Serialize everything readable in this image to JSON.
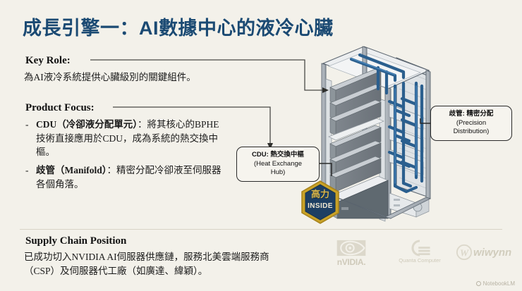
{
  "slide": {
    "title": "成長引擎一：AI數據中心的液冷心臟",
    "background_color": "#f3f1ea",
    "title_color": "#1b4a73"
  },
  "key_role": {
    "heading": "Key Role:",
    "text": "為AI液冷系統提供心臟級別的關鍵組件。"
  },
  "product_focus": {
    "heading": "Product Focus:",
    "bullets": [
      {
        "marker": "-",
        "bold": "CDU（冷卻液分配單元）",
        "rest": "：將其核心的BPHE技術直接應用於CDU，成為系統的熱交換中樞。"
      },
      {
        "marker": "-",
        "bold": "歧管（Manifold）",
        "rest": "：精密分配冷卻液至伺服器各個角落。"
      }
    ]
  },
  "callouts": [
    {
      "id": "cdu",
      "title": "CDU: 熱交換中樞",
      "line2": "(Heat Exchange",
      "line3": "Hub)"
    },
    {
      "id": "manifold",
      "title": "歧管: 精密分配",
      "line2": "(Precision",
      "line3": "Distribution)"
    }
  ],
  "badge": {
    "brand": "高力",
    "sub": "INSIDE"
  },
  "supply_chain": {
    "heading": "Supply Chain Position",
    "line1": "已成功切入NVIDIA AI伺服器供應鏈，服務北美雲端服務商",
    "line2": "（CSP）及伺服器代工廠（如廣達、緯穎）。"
  },
  "logos": [
    {
      "name": "nvidia-logo",
      "label": "nVIDIA."
    },
    {
      "name": "quanta-computer-logo",
      "label": "Quanta Computer"
    },
    {
      "name": "wiwynn-logo",
      "label": "wiwynn"
    }
  ],
  "watermark": {
    "label": "NotebookLM"
  },
  "illustration": {
    "name": "server-rack-liquid-cooling-diagram",
    "description": "isometric data center rack with blue coolant piping, server blades, CDU unit"
  }
}
